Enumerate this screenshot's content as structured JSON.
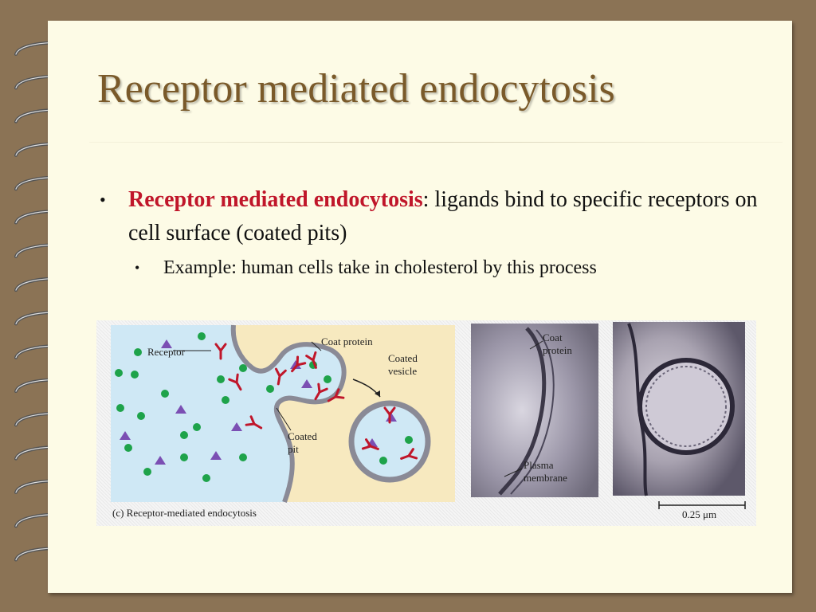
{
  "slide": {
    "title": "Receptor mediated endocytosis",
    "bullet1": {
      "term": "Receptor mediated endocytosis",
      "text": ": ligands bind to specific receptors on cell surface (coated pits)"
    },
    "bullet2": {
      "text": "Example: human cells take in cholesterol by this process"
    },
    "bullet_glyph": "•"
  },
  "figure": {
    "labels": {
      "receptor": "Receptor",
      "coat_protein": "Coat protein",
      "coated_vesicle_line1": "Coated",
      "coated_vesicle_line2": "vesicle",
      "coated_pit_line1": "Coated",
      "coated_pit_line2": "pit",
      "caption": "(c) Receptor-mediated endocytosis",
      "em_coat_line1": "Coat",
      "em_coat_line2": "protein",
      "em_plasma_line1": "Plasma",
      "em_plasma_line2": "membrane",
      "scale": "0.25 μm"
    }
  },
  "colors": {
    "background": "#8b7355",
    "page": "#fdfbe6",
    "title": "#7a5a2a",
    "term": "#c0162a",
    "extracellular": "#cfe8f5",
    "cytoplasm": "#f7e9bf",
    "ligand_green": "#1ea34a",
    "ligand_purple": "#7b4fb3",
    "receptor_red": "#c0162a"
  }
}
